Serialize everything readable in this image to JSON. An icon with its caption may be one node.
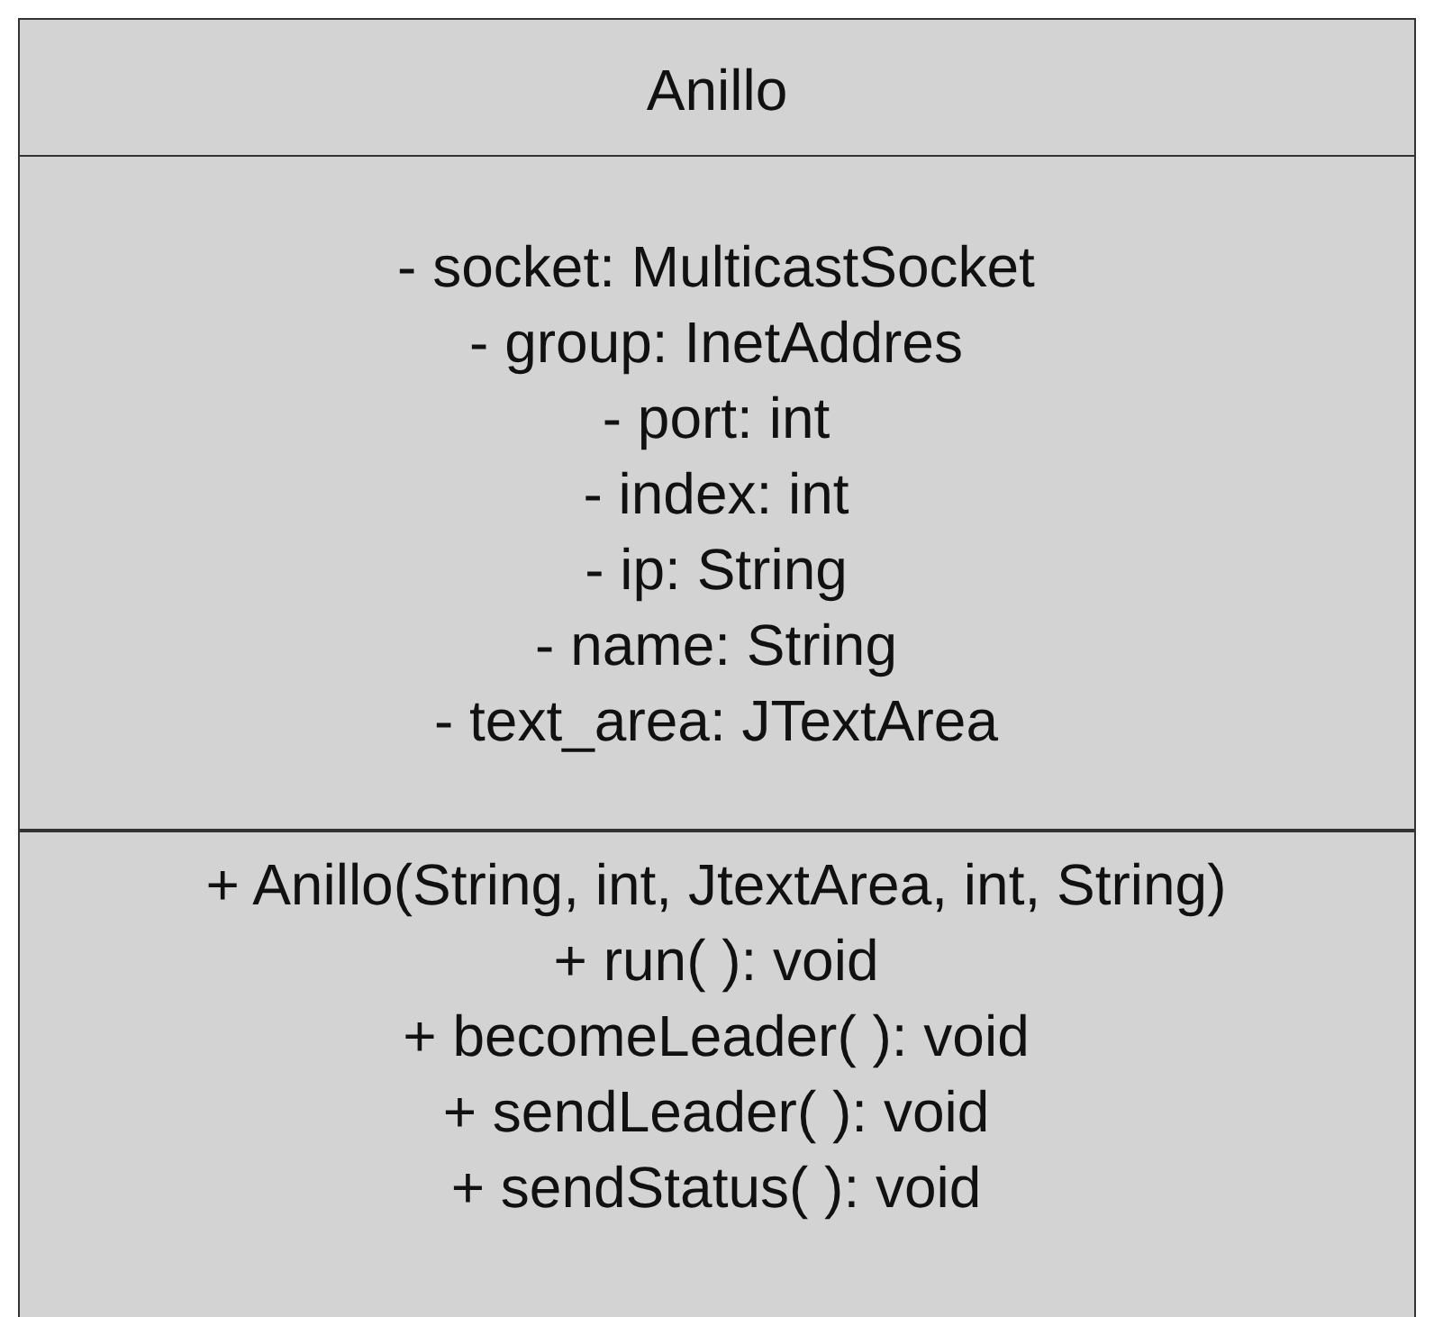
{
  "diagram": {
    "nodes": [
      {
        "text": [
          "Anillo"
        ]
      },
      {
        "text": [
          "- socket: MulticastSocket",
          "- group: InetAddres",
          "- port: int",
          "- index: int",
          "- ip: String",
          "- name: String",
          "- text_area: JTextArea"
        ],
        "in": 0
      },
      {
        "text": [
          "+ Anillo(String, int, JtextArea, int, String)",
          "+ run( ): void",
          "+ becomeLeader( ): void",
          "+ sendLeader( ): void",
          "+ sendStatus( ): void"
        ],
        "in": 0
      }
    ]
  }
}
